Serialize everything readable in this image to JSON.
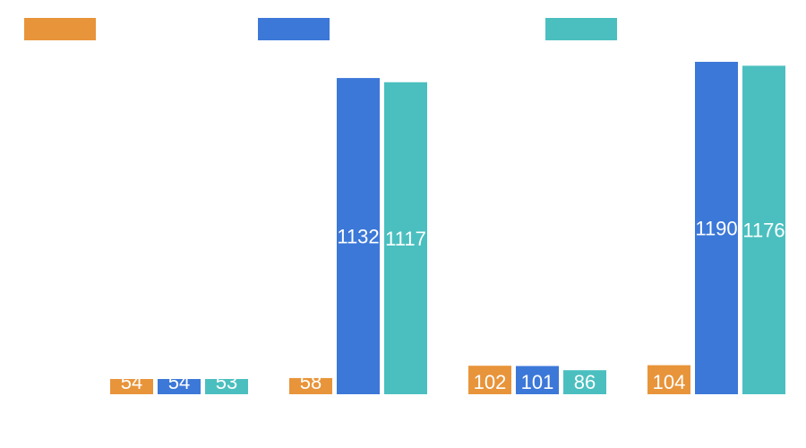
{
  "chart_data": {
    "type": "bar",
    "categories": [
      "",
      "",
      "",
      ""
    ],
    "series": [
      {
        "color": "#E8943A",
        "values": [
          54,
          58,
          102,
          104
        ]
      },
      {
        "color": "#3C78D8",
        "values": [
          54,
          1132,
          101,
          1190
        ]
      },
      {
        "color": "#4BBFBF",
        "values": [
          53,
          1117,
          86,
          1176
        ]
      }
    ],
    "ylim": [
      0,
      1190
    ],
    "legend": "top",
    "grid": false,
    "show_data_labels": true,
    "label_color": "#FFFFFF"
  }
}
